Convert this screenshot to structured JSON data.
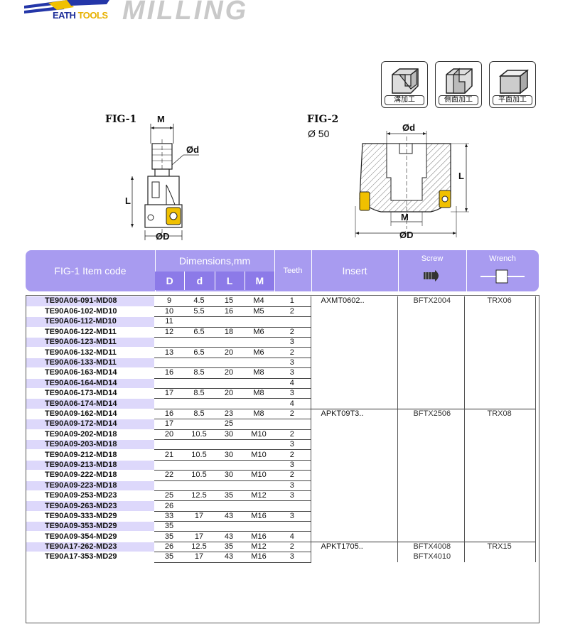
{
  "header": {
    "logo_text_a": "EATH",
    "logo_text_b": "TOOLS",
    "title": "MILLING"
  },
  "operations": [
    {
      "label": "溝加工",
      "icon": "slot-milling-icon"
    },
    {
      "label": "側面加工",
      "icon": "side-milling-icon"
    },
    {
      "label": "平面加工",
      "icon": "face-milling-icon"
    }
  ],
  "fig1": {
    "label": "FIG-1",
    "dim_M": "M",
    "dim_d": "Ød",
    "dim_L": "L",
    "dim_D": "ØD"
  },
  "fig2": {
    "label": "FIG-2",
    "size": "Ø 50",
    "dim_d": "Ød",
    "dim_L": "L",
    "dim_M": "M",
    "dim_D": "ØD"
  },
  "table_header": {
    "item_code": "FIG-1 Item code",
    "dimensions": "Dimensions,mm",
    "cols": [
      "D",
      "d",
      "L",
      "M"
    ],
    "teeth": "Teeth",
    "insert": "Insert",
    "screw": "Screw",
    "wrench": "Wrench"
  },
  "rows": [
    {
      "code": "TE90A06-091-MD08",
      "D": "9",
      "d": "4.5",
      "L": "15",
      "M": "M4",
      "T": "1",
      "insert": "AXMT0602..",
      "screw": "BFTX2004",
      "wrench": "TRX06"
    },
    {
      "code": "TE90A06-102-MD10",
      "D": "10",
      "d": "5.5",
      "L": "16",
      "M": "M5",
      "T": "2",
      "insert": "",
      "screw": "",
      "wrench": ""
    },
    {
      "code": "TE90A06-112-MD10",
      "D": "11",
      "d": "",
      "L": "",
      "M": "",
      "T": "",
      "insert": "",
      "screw": "",
      "wrench": ""
    },
    {
      "code": "TE90A06-122-MD11",
      "D": "12",
      "d": "6.5",
      "L": "18",
      "M": "M6",
      "T": "2",
      "insert": "",
      "screw": "",
      "wrench": ""
    },
    {
      "code": "TE90A06-123-MD11",
      "D": "",
      "d": "",
      "L": "",
      "M": "",
      "T": "3",
      "insert": "",
      "screw": "",
      "wrench": ""
    },
    {
      "code": "TE90A06-132-MD11",
      "D": "13",
      "d": "6.5",
      "L": "20",
      "M": "M6",
      "T": "2",
      "insert": "",
      "screw": "",
      "wrench": ""
    },
    {
      "code": "TE90A06-133-MD11",
      "D": "",
      "d": "",
      "L": "",
      "M": "",
      "T": "3",
      "insert": "",
      "screw": "",
      "wrench": ""
    },
    {
      "code": "TE90A06-163-MD14",
      "D": "16",
      "d": "8.5",
      "L": "20",
      "M": "M8",
      "T": "3",
      "insert": "",
      "screw": "",
      "wrench": ""
    },
    {
      "code": "TE90A06-164-MD14",
      "D": "",
      "d": "",
      "L": "",
      "M": "",
      "T": "4",
      "insert": "",
      "screw": "",
      "wrench": ""
    },
    {
      "code": "TE90A06-173-MD14",
      "D": "17",
      "d": "8.5",
      "L": "20",
      "M": "M8",
      "T": "3",
      "insert": "",
      "screw": "",
      "wrench": ""
    },
    {
      "code": "TE90A06-174-MD14",
      "D": "",
      "d": "",
      "L": "",
      "M": "",
      "T": "4",
      "insert": "",
      "screw": "",
      "wrench": ""
    },
    {
      "code": "TE90A09-162-MD14",
      "D": "16",
      "d": "8.5",
      "L": "23",
      "M": "M8",
      "T": "2",
      "insert": "APKT09T3..",
      "screw": "BFTX2506",
      "wrench": "TRX08"
    },
    {
      "code": "TE90A09-172-MD14",
      "D": "17",
      "d": "",
      "L": "25",
      "M": "",
      "T": "",
      "insert": "",
      "screw": "",
      "wrench": ""
    },
    {
      "code": "TE90A09-202-MD18",
      "D": "20",
      "d": "10.5",
      "L": "30",
      "M": "M10",
      "T": "2",
      "insert": "",
      "screw": "",
      "wrench": ""
    },
    {
      "code": "TE90A09-203-MD18",
      "D": "",
      "d": "",
      "L": "",
      "M": "",
      "T": "3",
      "insert": "",
      "screw": "",
      "wrench": ""
    },
    {
      "code": "TE90A09-212-MD18",
      "D": "21",
      "d": "10.5",
      "L": "30",
      "M": "M10",
      "T": "2",
      "insert": "",
      "screw": "",
      "wrench": ""
    },
    {
      "code": "TE90A09-213-MD18",
      "D": "",
      "d": "",
      "L": "",
      "M": "",
      "T": "3",
      "insert": "",
      "screw": "",
      "wrench": ""
    },
    {
      "code": "TE90A09-222-MD18",
      "D": "22",
      "d": "10.5",
      "L": "30",
      "M": "M10",
      "T": "2",
      "insert": "",
      "screw": "",
      "wrench": ""
    },
    {
      "code": "TE90A09-223-MD18",
      "D": "",
      "d": "",
      "L": "",
      "M": "",
      "T": "3",
      "insert": "",
      "screw": "",
      "wrench": ""
    },
    {
      "code": "TE90A09-253-MD23",
      "D": "25",
      "d": "12.5",
      "L": "35",
      "M": "M12",
      "T": "3",
      "insert": "",
      "screw": "",
      "wrench": ""
    },
    {
      "code": "TE90A09-263-MD23",
      "D": "26",
      "d": "",
      "L": "",
      "M": "",
      "T": "",
      "insert": "",
      "screw": "",
      "wrench": ""
    },
    {
      "code": "TE90A09-333-MD29",
      "D": "33",
      "d": "17",
      "L": "43",
      "M": "M16",
      "T": "3",
      "insert": "",
      "screw": "",
      "wrench": ""
    },
    {
      "code": "TE90A09-353-MD29",
      "D": "35",
      "d": "",
      "L": "",
      "M": "",
      "T": "",
      "insert": "",
      "screw": "",
      "wrench": ""
    },
    {
      "code": "TE90A09-354-MD29",
      "D": "35",
      "d": "17",
      "L": "43",
      "M": "M16",
      "T": "4",
      "insert": "",
      "screw": "",
      "wrench": ""
    },
    {
      "code": "TE90A17-262-MD23",
      "D": "26",
      "d": "12.5",
      "L": "35",
      "M": "M12",
      "T": "2",
      "insert": "APKT1705..",
      "screw": "BFTX4008",
      "wrench": "TRX15"
    },
    {
      "code": "TE90A17-353-MD29",
      "D": "35",
      "d": "17",
      "L": "43",
      "M": "M16",
      "T": "3",
      "insert": "",
      "screw": "BFTX4010",
      "wrench": ""
    }
  ],
  "colors": {
    "header_bg": "#a89bf0",
    "header_dim_bg": "#8c7ae8",
    "row_highlight": "#ddd8fb",
    "insert_yellow": "#f0c000"
  }
}
